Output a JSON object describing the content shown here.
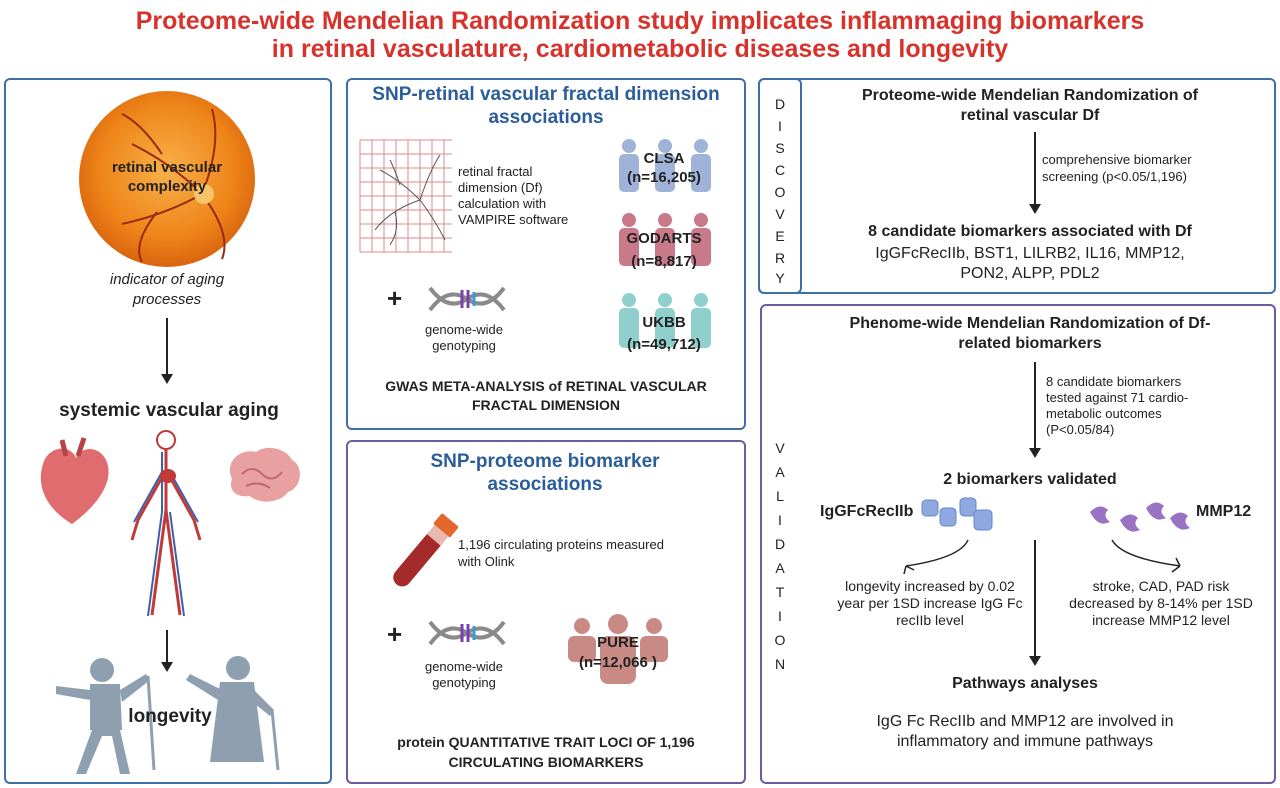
{
  "title": {
    "line1": "Proteome-wide Mendelian Randomization study implicates inflammaging biomarkers",
    "line2": "in retinal vasculature, cardiometabolic diseases and longevity"
  },
  "left": {
    "retina_label": "retinal vascular complexity",
    "indicator": "indicator of aging processes",
    "systemic": "systemic vascular  aging",
    "longevity": "longevity"
  },
  "gwas": {
    "title": "SNP-retinal vascular fractal dimension associations",
    "fractal_text": "retinal fractal dimension (Df) calculation with VAMPIRE software",
    "genotyping": "genome-wide genotyping",
    "plus": "+",
    "cohorts": [
      {
        "name": "CLSA",
        "n": "(n=16,205)"
      },
      {
        "name": "GODARTS",
        "n": "(n=8,817)"
      },
      {
        "name": "UKBB",
        "n": "(n=49,712)"
      }
    ],
    "footer": "GWAS META-ANALYSIS of RETINAL VASCULAR FRACTAL DIMENSION"
  },
  "pqtl": {
    "title": "SNP-proteome biomarker associations",
    "proteins": "1,196 circulating proteins measured with Olink",
    "genotyping": "genome-wide genotyping",
    "plus": "+",
    "cohort_name": "PURE",
    "cohort_n": "(n=12,066 )",
    "footer": "protein QUANTITATIVE TRAIT LOCI OF 1,196 CIRCULATING BIOMARKERS"
  },
  "discovery": {
    "side_label": [
      "D",
      "I",
      "S",
      "C",
      "O",
      "V",
      "E",
      "R",
      "Y"
    ],
    "heading": "Proteome-wide Mendelian Randomization of retinal vascular Df",
    "screening": "comprehensive biomarker screening (p<0.05/1,196)",
    "result_heading": "8 candidate biomarkers associated with Df",
    "result_list": "IgGFcRecIIb, BST1, LILRB2, IL16, MMP12, PON2, ALPP, PDL2"
  },
  "validation": {
    "side_label": [
      "V",
      "A",
      "L",
      "I",
      "D",
      "A",
      "T",
      "I",
      "O",
      "N"
    ],
    "heading": "Phenome-wide Mendelian Randomization of Df-related biomarkers",
    "tested": "8 candidate biomarkers tested against 71 cardio-metabolic  outcomes (P<0.05/84)",
    "validated": "2 biomarkers validated",
    "marker1": "IgGFcRecIIb",
    "marker2": "MMP12",
    "effect1": "longevity increased by 0.02 year per 1SD increase IgG Fc recIIb level",
    "effect2": "stroke, CAD, PAD risk decreased by 8-14% per 1SD increase MMP12 level",
    "pathways_heading": "Pathways analyses",
    "pathways_text": "IgG Fc RecIIb and MMP12 are involved in inflammatory and immune pathways"
  },
  "colors": {
    "title_red": "#d7322b",
    "panel_blue": "#3f6fa6",
    "panel_purple": "#6d5aa0",
    "retina_orange": "#f08a1c",
    "person_blue": "#9fb3d8",
    "person_pink": "#c97a8a",
    "person_teal": "#8fd0cc",
    "person_rose": "#c98a85",
    "figure_gray": "#8ea0b0"
  }
}
